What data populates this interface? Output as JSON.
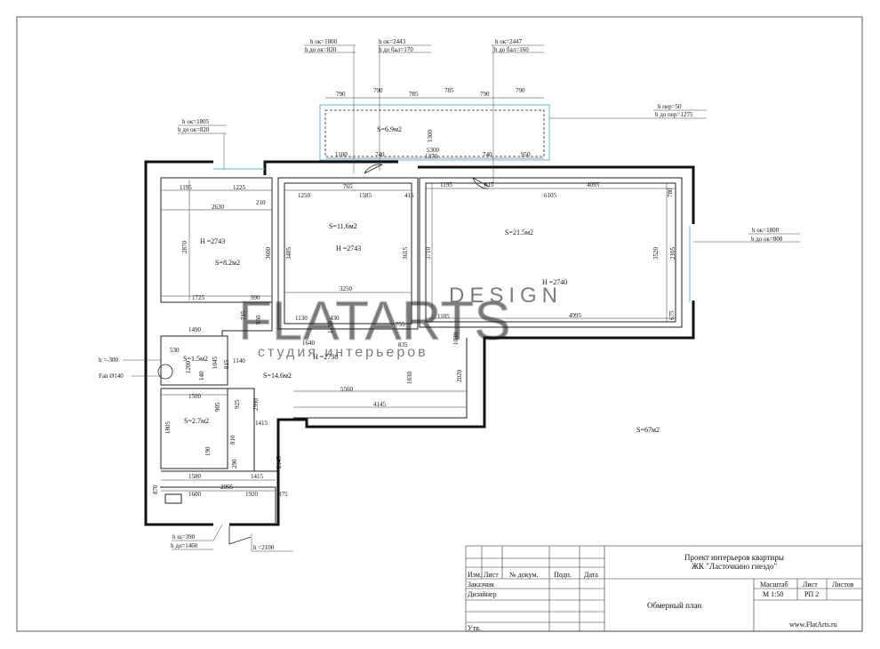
{
  "watermark": {
    "brand": "FLATARTS",
    "design": "DESIGN",
    "studio": "студия интерьеров"
  },
  "window_notes": [
    {
      "a": "h ок=1800",
      "b": "h до ок=820"
    },
    {
      "a": "h ок=2443",
      "b": "h до бал=170"
    },
    {
      "a": "h ок=2447",
      "b": "h до бал=160"
    },
    {
      "a": "h ок=1805",
      "b": "h до ок=820"
    },
    {
      "a": "h пер=50",
      "b": "h до пер=1275"
    },
    {
      "a": "h ок=1800",
      "b": "h до ок=800"
    },
    {
      "a": "h щ=390",
      "b": "h до=1460"
    }
  ],
  "notes": {
    "h300": "h =-300",
    "fan": "Fan Ø140",
    "h2100": "h =2100"
  },
  "rooms": {
    "balcony": "S=6.9м2",
    "r1_area": "S=11.6м2",
    "r1_h": "H =2743",
    "r2_area": "S=21.5м2",
    "r2_h": "H =2740",
    "r3_area": "S=8.2м2",
    "r3_h": "H =2743",
    "hall_area": "S=14.6м2",
    "hall_h": "H =2738",
    "wc_area": "S=1.5м2",
    "bath_area": "S=2.7м2",
    "total": "S=67м2"
  },
  "dims": {
    "b1": "790",
    "b2": "790",
    "b3": "785",
    "b4": "785",
    "b5": "790",
    "b6": "790",
    "b7": "1100",
    "b8": "740",
    "b9": "5300",
    "b10": "1370",
    "b11": "740",
    "b12": "950",
    "b13": "1300",
    "t1": "1195",
    "t2": "1225",
    "t3": "210",
    "t4": "2630",
    "t5": "1250",
    "t6": "765",
    "t7": "1585",
    "t8": "415",
    "t9": "1195",
    "t10": "815",
    "t11": "6105",
    "t12": "4095",
    "t13": "780",
    "v1": "2870",
    "v2": "3600",
    "v3": "3485",
    "v4": "3615",
    "v5": "3710",
    "v6": "3520",
    "v7": "2105",
    "v8": "675",
    "m1": "1725",
    "m2": "990",
    "m3": "3250",
    "m4": "1130",
    "m5": "430",
    "m6": "755",
    "m7": "1105",
    "m8": "4995",
    "m9": "1490",
    "m10": "835",
    "m11": "1640",
    "m12": "715",
    "m13": "930",
    "m14": "1150",
    "m15": "1030",
    "w1": "530",
    "w2": "1045",
    "w3": "815",
    "w4": "1140",
    "w5": "1200",
    "w6": "140",
    "w7": "905",
    "h1": "5560",
    "h2": "4145",
    "h3": "1830",
    "h4": "2020",
    "h5": "1415",
    "h6": "2990",
    "h7": "2145",
    "k1": "1500",
    "k2": "1805",
    "k3": "810",
    "k4": "925",
    "k5": "290",
    "k6": "1415",
    "k7": "1580",
    "k8": "190",
    "k9": "2995",
    "k10": "870",
    "k11": "1600",
    "k12": "1920",
    "k13": "375"
  },
  "title_block": {
    "project_l1": "Проект интерьеров квартиры",
    "project_l2": "ЖК \"Ласточкино гнездо\"",
    "col_izm": "Изм.",
    "col_list": "Лист",
    "col_doc": "№ докум.",
    "col_sign": "Подп.",
    "col_date": "Дата",
    "customer": "Заказчик",
    "designer": "Дизайнер",
    "approved": "Утв.",
    "sheet_title": "Обмерный план",
    "scale_h": "Масштаб",
    "list_h": "Лист",
    "lists_h": "Листов",
    "scale_v": "М 1:50",
    "list_v": "РП 2",
    "site": "www.FlatArts.ru"
  }
}
